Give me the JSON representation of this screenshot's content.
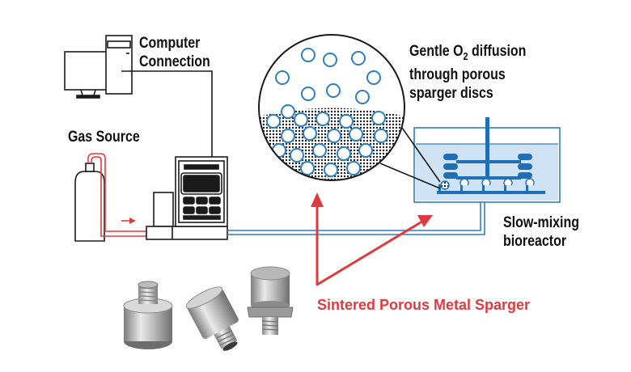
{
  "labels": {
    "computer_line1": "Computer",
    "computer_line2": "Connection",
    "gas_source": "Gas Source",
    "diffusion_line1_pre": "Gentle O",
    "diffusion_line1_sub": "2",
    "diffusion_line1_post": " diffusion",
    "diffusion_line2": "through porous",
    "diffusion_line3": "sparger discs",
    "bioreactor_line1": "Slow-mixing",
    "bioreactor_line2": "bioreactor",
    "sparger": "Sintered Porous Metal Sparger"
  },
  "colors": {
    "line_dark": "#1a1a1a",
    "gas_line_red": "#e03a3e",
    "pipe_blue": "#2d7fc1",
    "reactor_fill": "#cfe3f5",
    "impeller_blue": "#1f6fb7",
    "label_red": "#e03a3e"
  },
  "icons": [
    "computer-icon",
    "gas-cylinder-icon",
    "mass-flow-controller-icon",
    "magnified-sparger-bubbles",
    "bioreactor-vessel",
    "sparger-fittings-photo"
  ]
}
